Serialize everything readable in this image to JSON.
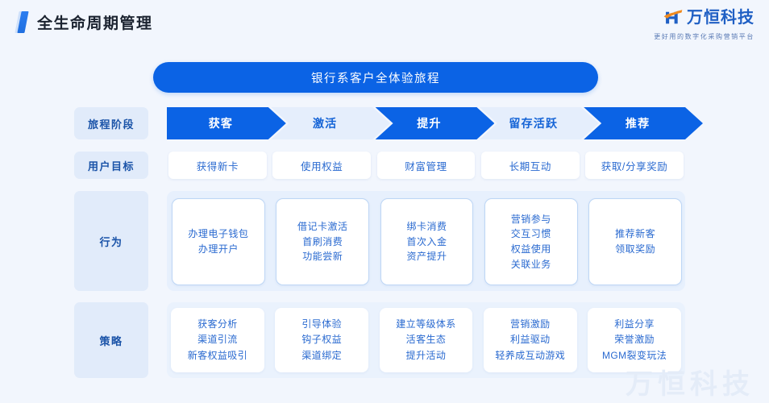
{
  "header": {
    "title": "全生命周期管理",
    "accent_color": "#2d7ef0",
    "logo": {
      "name": "万恒科技",
      "tagline": "更好用的数字化采购营销平台",
      "icon": "h-monogram-icon"
    }
  },
  "banner": {
    "text": "银行系客户全体验旅程",
    "color": "#0b63e5"
  },
  "rows": {
    "stage": {
      "label": "旅程阶段",
      "items": [
        {
          "text": "获客",
          "style": "dark"
        },
        {
          "text": "激活",
          "style": "light"
        },
        {
          "text": "提升",
          "style": "dark"
        },
        {
          "text": "留存活跃",
          "style": "light"
        },
        {
          "text": "推荐",
          "style": "dark"
        }
      ]
    },
    "goal": {
      "label": "用户目标",
      "items": [
        "获得新卡",
        "使用权益",
        "财富管理",
        "长期互动",
        "获取/分享奖励"
      ]
    },
    "behavior": {
      "label": "行为",
      "items": [
        [
          "办理电子钱包",
          "办理开户"
        ],
        [
          "借记卡激活",
          "首刷消费",
          "功能尝新"
        ],
        [
          "绑卡消费",
          "首次入金",
          "资产提升"
        ],
        [
          "营销参与",
          "交互习惯",
          "权益使用",
          "关联业务"
        ],
        [
          "推荐新客",
          "领取奖励"
        ]
      ]
    },
    "strategy": {
      "label": "策略",
      "items": [
        [
          "获客分析",
          "渠道引流",
          "新客权益吸引"
        ],
        [
          "引导体验",
          "钩子权益",
          "渠道绑定"
        ],
        [
          "建立等级体系",
          "活客生态",
          "提升活动"
        ],
        [
          "营销激励",
          "利益驱动",
          "轻养成互动游戏"
        ],
        [
          "利益分享",
          "荣誉激励",
          "MGM裂变玩法"
        ]
      ]
    }
  },
  "watermark": "万恒科技"
}
